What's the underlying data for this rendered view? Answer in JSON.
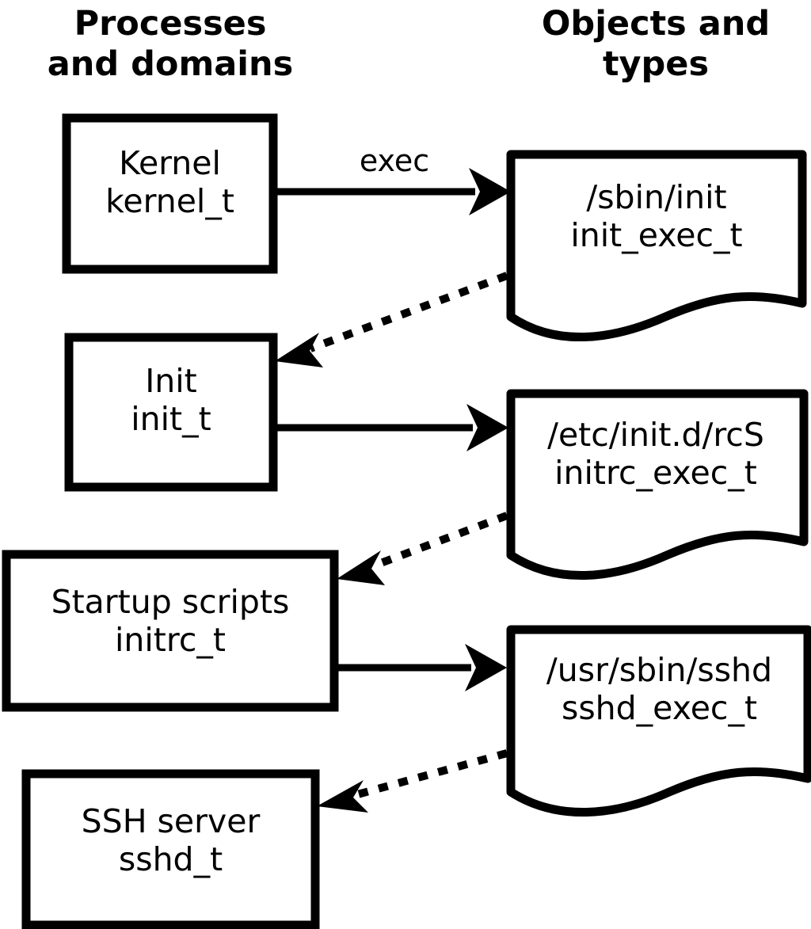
{
  "diagram": {
    "title_left": "Processes\nand domains",
    "title_right": "Objects and\ntypes",
    "stroke_color": "#000000",
    "background_color": "#ffffff"
  },
  "process_nodes": [
    {
      "id": "kernel",
      "line1": "Kernel",
      "line2": "kernel_t",
      "label": "Kernel\nkernel_t"
    },
    {
      "id": "init",
      "line1": "Init",
      "line2": "init_t",
      "label": "Init\ninit_t"
    },
    {
      "id": "initrc",
      "line1": "Startup scripts",
      "line2": "initrc_t",
      "label": "Startup scripts\ninitrc_t"
    },
    {
      "id": "sshd",
      "line1": "SSH server",
      "line2": "sshd_t",
      "label": "SSH server\nsshd_t"
    }
  ],
  "object_nodes": [
    {
      "id": "init_exec",
      "line1": "/sbin/init",
      "line2": "init_exec_t",
      "label": "/sbin/init\ninit_exec_t"
    },
    {
      "id": "initrc_exec",
      "line1": "/etc/init.d/rcS",
      "line2": "initrc_exec_t",
      "label": "/etc/init.d/rcS\ninitrc_exec_t"
    },
    {
      "id": "sshd_exec",
      "line1": "/usr/sbin/sshd",
      "line2": "sshd_exec_t",
      "label": "/usr/sbin/sshd\nsshd_exec_t"
    }
  ],
  "edges": [
    {
      "id": "kernel-exec-init",
      "from": "kernel",
      "to": "init_exec",
      "style": "solid",
      "label": "exec"
    },
    {
      "id": "initexec-transition",
      "from": "init_exec",
      "to": "init",
      "style": "dotted",
      "label": ""
    },
    {
      "id": "init-exec-initrc",
      "from": "init",
      "to": "initrc_exec",
      "style": "solid",
      "label": ""
    },
    {
      "id": "initrcexec-transition",
      "from": "initrc_exec",
      "to": "initrc",
      "style": "dotted",
      "label": ""
    },
    {
      "id": "initrc-exec-sshd",
      "from": "initrc",
      "to": "sshd_exec",
      "style": "solid",
      "label": ""
    },
    {
      "id": "sshdexec-transition",
      "from": "sshd_exec",
      "to": "sshd",
      "style": "dotted",
      "label": ""
    }
  ]
}
